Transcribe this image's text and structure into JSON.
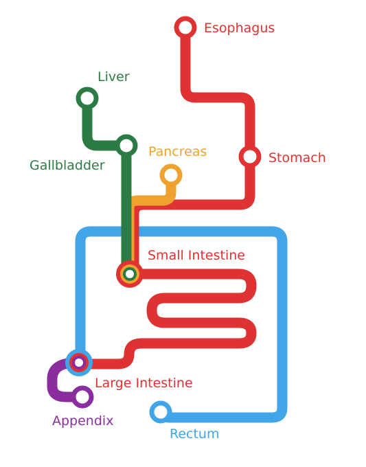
{
  "colors": {
    "digestive": "#df3232",
    "liver": "#2c7a44",
    "pancreas": "#f0a22e",
    "colon": "#42a5e8",
    "appendix": "#8a2e9f"
  },
  "stations": {
    "esophagus": "Esophagus",
    "stomach": "Stomach",
    "liver": "Liver",
    "gallbladder": "Gallbladder",
    "pancreas": "Pancreas",
    "small_intestine": "Small Intestine",
    "large_intestine": "Large Intestine",
    "appendix": "Appendix",
    "rectum": "Rectum"
  }
}
